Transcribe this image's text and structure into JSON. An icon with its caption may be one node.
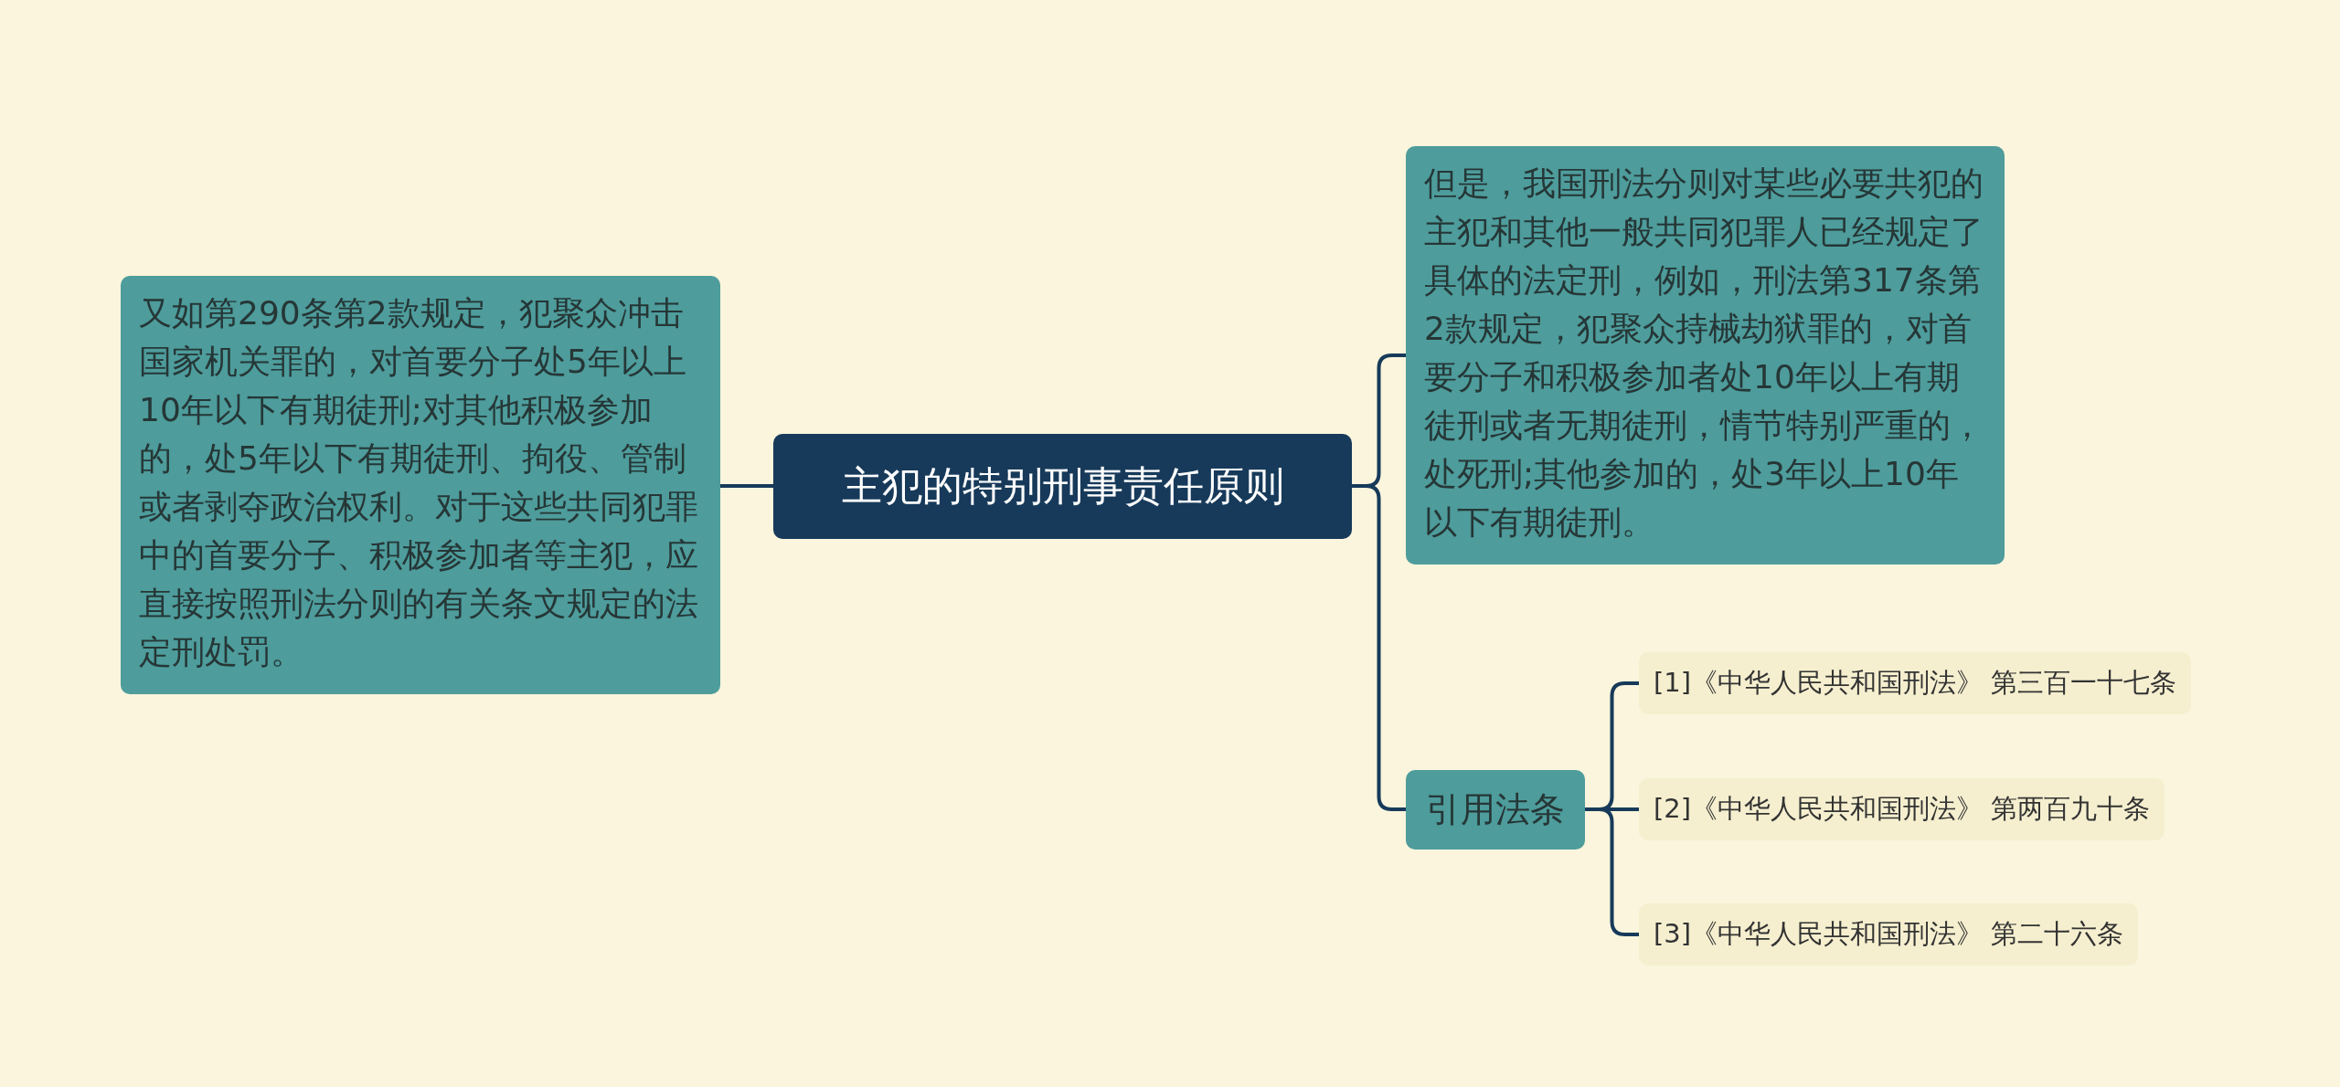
{
  "diagram": {
    "nodes": [
      {
        "text": [
          "主犯的特别刑事责任原则"
        ]
      },
      {
        "text": [
          "又如第290条第2款规定，犯聚众冲击国家机关罪的，对首要分子处5年以上10年以下有期徒刑;对其他积极参加的，处5年以下有期徒刑、拘役、管制或者剥夺政治权利。对于这些共同犯罪中的首要分子、积极参加者等主犯，应直接按照刑法分则的有关条文规定的法定刑处罚。"
        ]
      },
      {
        "text": [
          "但是，我国刑法分则对某些必要共犯的主犯和其他一般共同犯罪人已经规定了具体的法定刑，例如，刑法第317条第2款规定，犯聚众持械劫狱罪的，对首要分子和积极参加者处10年以上有期徒刑或者无期徒刑，情节特别严重的，处死刑;其他参加的，处3年以上10年以下有期徒刑。"
        ]
      },
      {
        "text": [
          "引用法条"
        ]
      },
      {
        "text": [
          "[1]《中华人民共和国刑法》 第三百一十七条"
        ]
      },
      {
        "text": [
          "[2]《中华人民共和国刑法》 第两百九十条"
        ]
      },
      {
        "text": [
          "[3]《中华人民共和国刑法》 第二十六条"
        ]
      }
    ],
    "edges": [
      {
        "from": 0,
        "to": 1,
        "arrow": "none"
      },
      {
        "from": 0,
        "to": 2,
        "arrow": "none"
      },
      {
        "from": 0,
        "to": 3,
        "arrow": "none"
      },
      {
        "from": 3,
        "to": 4,
        "arrow": "none"
      },
      {
        "from": 3,
        "to": 5,
        "arrow": "none"
      },
      {
        "from": 3,
        "to": 6,
        "arrow": "none"
      }
    ]
  }
}
